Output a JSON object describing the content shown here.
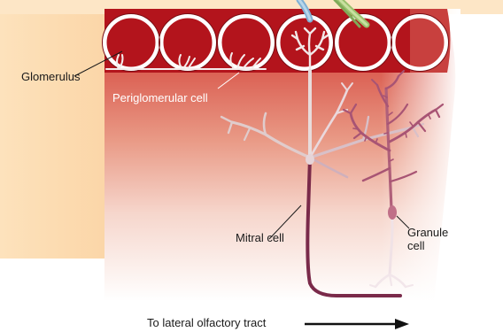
{
  "diagram": {
    "labels": {
      "glomerulus": "Glomerulus",
      "periglomerular_cell": "Periglomerular cell",
      "mitral_cell": "Mitral cell",
      "granule_cell_line1": "Granule",
      "granule_cell_line2": "cell",
      "tract": "To lateral olfactory tract"
    },
    "colors": {
      "glomerular_band": "#b3141c",
      "tissue_gradient_top": "#d65a4a",
      "tissue_gradient_bottom": "#ffffff",
      "left_panel": "#fcdcb0",
      "mitral_axon": "#7a2a4a",
      "dendrite_light": "#f0e6e6",
      "dendrite_mid": "#b0607a",
      "granule_cell": "#b0607a",
      "nerve_blue": "#8ab8d8",
      "nerve_green": "#a8c878"
    },
    "icons": [
      "glomerulus-circle-icon",
      "arrow-right-icon"
    ]
  }
}
